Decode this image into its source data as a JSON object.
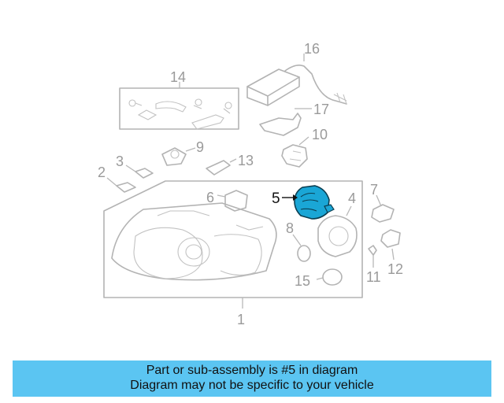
{
  "callouts": {
    "c1": "1",
    "c2": "2",
    "c3": "3",
    "c4": "4",
    "c5": "5",
    "c6": "6",
    "c7": "7",
    "c8": "8",
    "c9": "9",
    "c10": "10",
    "c11": "11",
    "c12": "12",
    "c13": "13",
    "c14": "14",
    "c15": "15",
    "c16": "16",
    "c17": "17"
  },
  "highlight": {
    "part": "5",
    "color": "#1aa6d6"
  },
  "banner": {
    "line1": "Part or sub-assembly is #5 in diagram",
    "line2": "Diagram may not be specific to your vehicle",
    "background": "#5bc5f2"
  }
}
